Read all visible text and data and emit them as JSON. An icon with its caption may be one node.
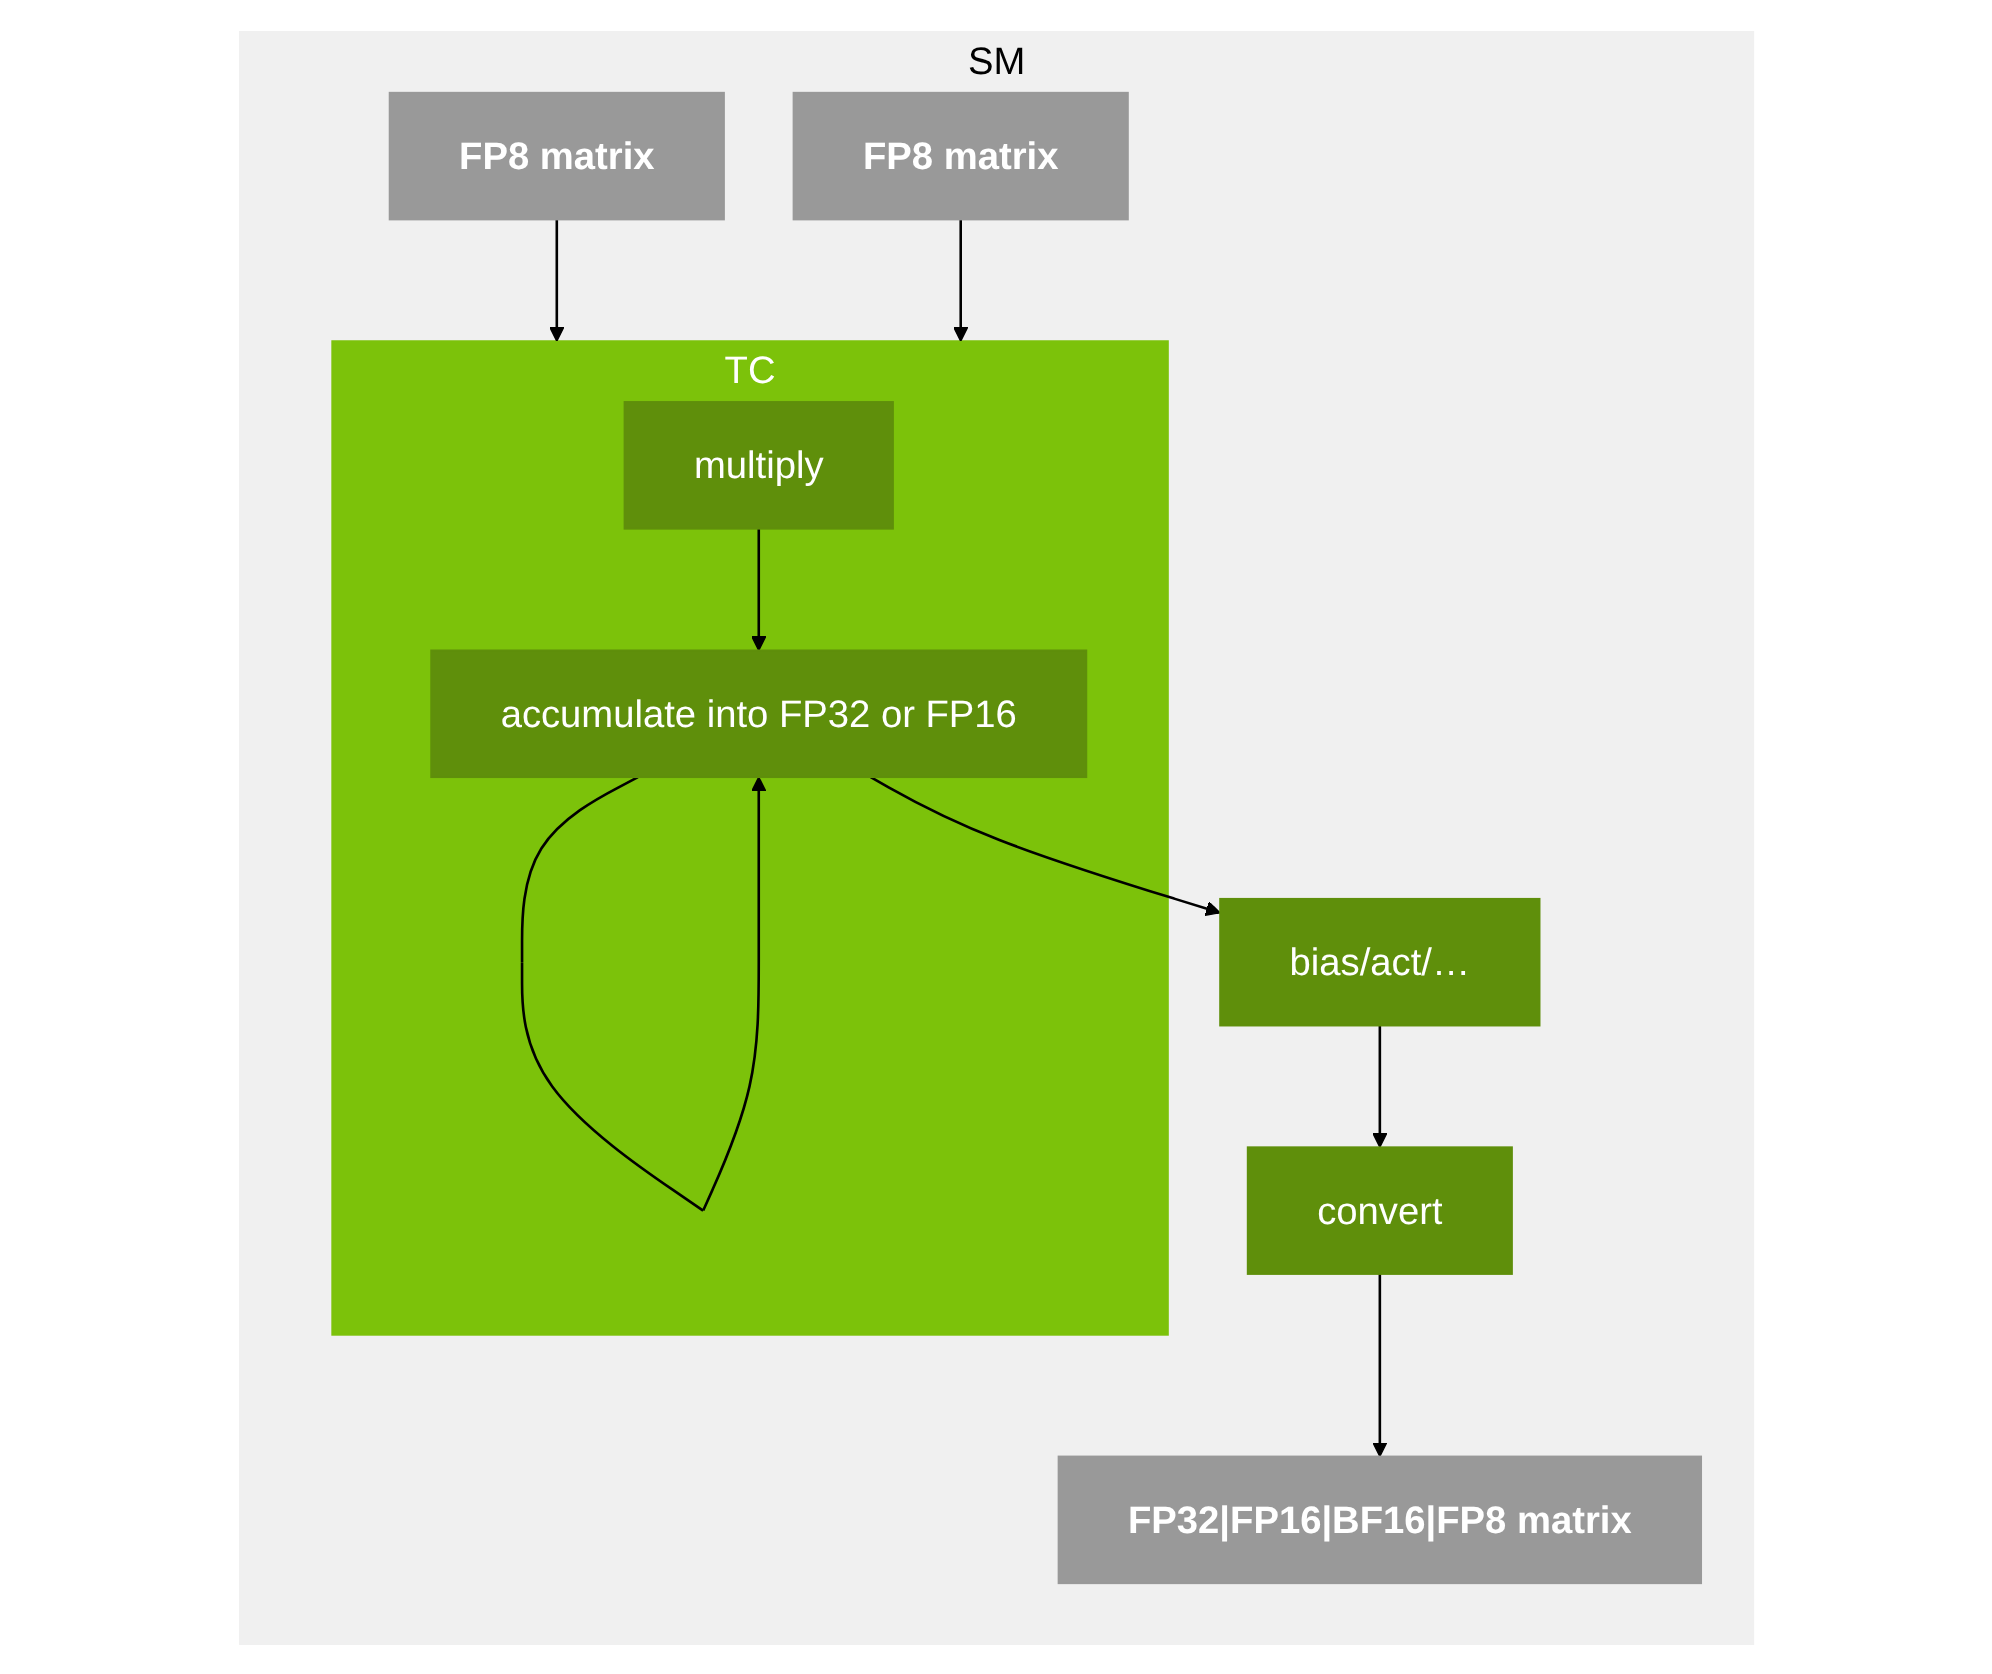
{
  "diagram": {
    "nodes": [
      {
        "text": [
          "SM"
        ]
      },
      {
        "text": [
          "FP8 matrix"
        ],
        "in": 0
      },
      {
        "text": [
          "FP8 matrix"
        ],
        "in": 0
      },
      {
        "text": [
          "TC"
        ],
        "in": 0
      },
      {
        "text": [
          "multiply"
        ],
        "in": 3
      },
      {
        "text": [
          "accumulate into FP32 or FP16"
        ],
        "in": 3
      },
      {
        "text": [
          "bias/act/…"
        ],
        "in": 0
      },
      {
        "text": [
          "convert"
        ],
        "in": 0
      },
      {
        "text": [
          "FP32|FP16|BF16|FP8 matrix"
        ],
        "in": 0
      }
    ],
    "edges": [
      {
        "from": 1,
        "to": 3,
        "arrow": "to"
      },
      {
        "from": 2,
        "to": 3,
        "arrow": "to"
      },
      {
        "from": 4,
        "to": 5,
        "arrow": "to"
      },
      {
        "from": 5,
        "to": 5,
        "arrow": "to"
      },
      {
        "from": 5,
        "to": 6,
        "arrow": "to"
      },
      {
        "from": 6,
        "to": 7,
        "arrow": "to"
      },
      {
        "from": 7,
        "to": 8,
        "arrow": "to"
      }
    ]
  }
}
